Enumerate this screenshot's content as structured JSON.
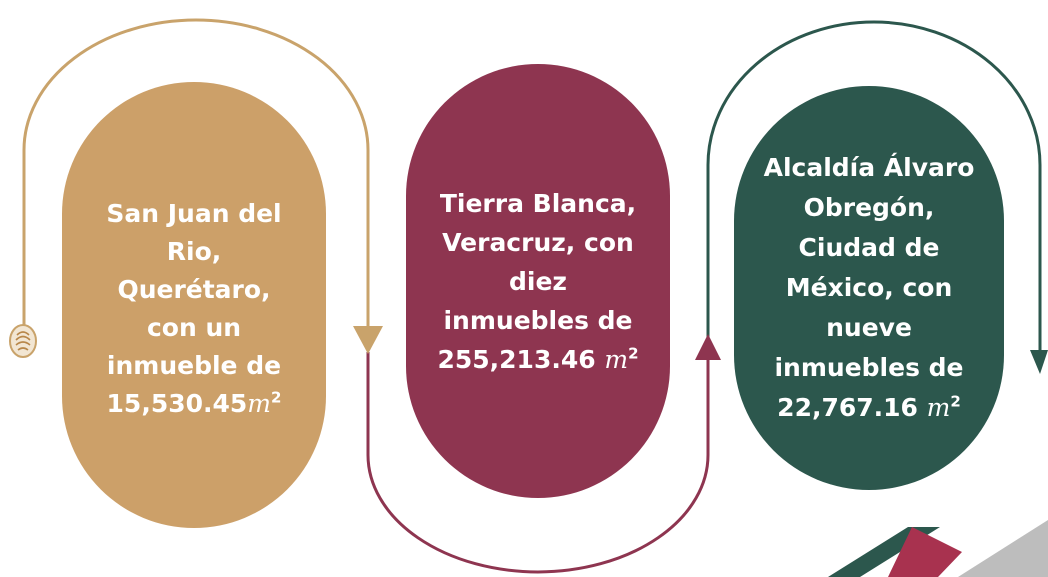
{
  "nodes": [
    {
      "lines": [
        "San Juan del",
        "Rio,",
        "Querétaro,",
        "con un",
        "inmueble de"
      ],
      "area": "15,530.45",
      "unit": "m",
      "unit_exp": "2",
      "color": "#cca069"
    },
    {
      "lines": [
        "Tierra Blanca,",
        "Veracruz, con",
        "diez",
        "inmuebles de"
      ],
      "area": "255,213.46",
      "unit": "m",
      "unit_exp": "2",
      "color": "#8e3550"
    },
    {
      "lines": [
        "Alcaldía Álvaro",
        "Obregón,",
        "Ciudad de",
        "México, con",
        "nueve",
        "inmuebles de"
      ],
      "area": "22,767.16",
      "unit": "m",
      "unit_exp": "2",
      "color": "#2c574d"
    }
  ],
  "connector_colors": {
    "gold": "#c9a36b",
    "maroon": "#8e3550",
    "green": "#2c574d"
  },
  "icons": {
    "start": "fingerprint-seal-icon",
    "arrow_1": "arrow-down-icon",
    "arrow_2": "arrow-up-icon",
    "arrow_3": "arrow-down-icon"
  }
}
